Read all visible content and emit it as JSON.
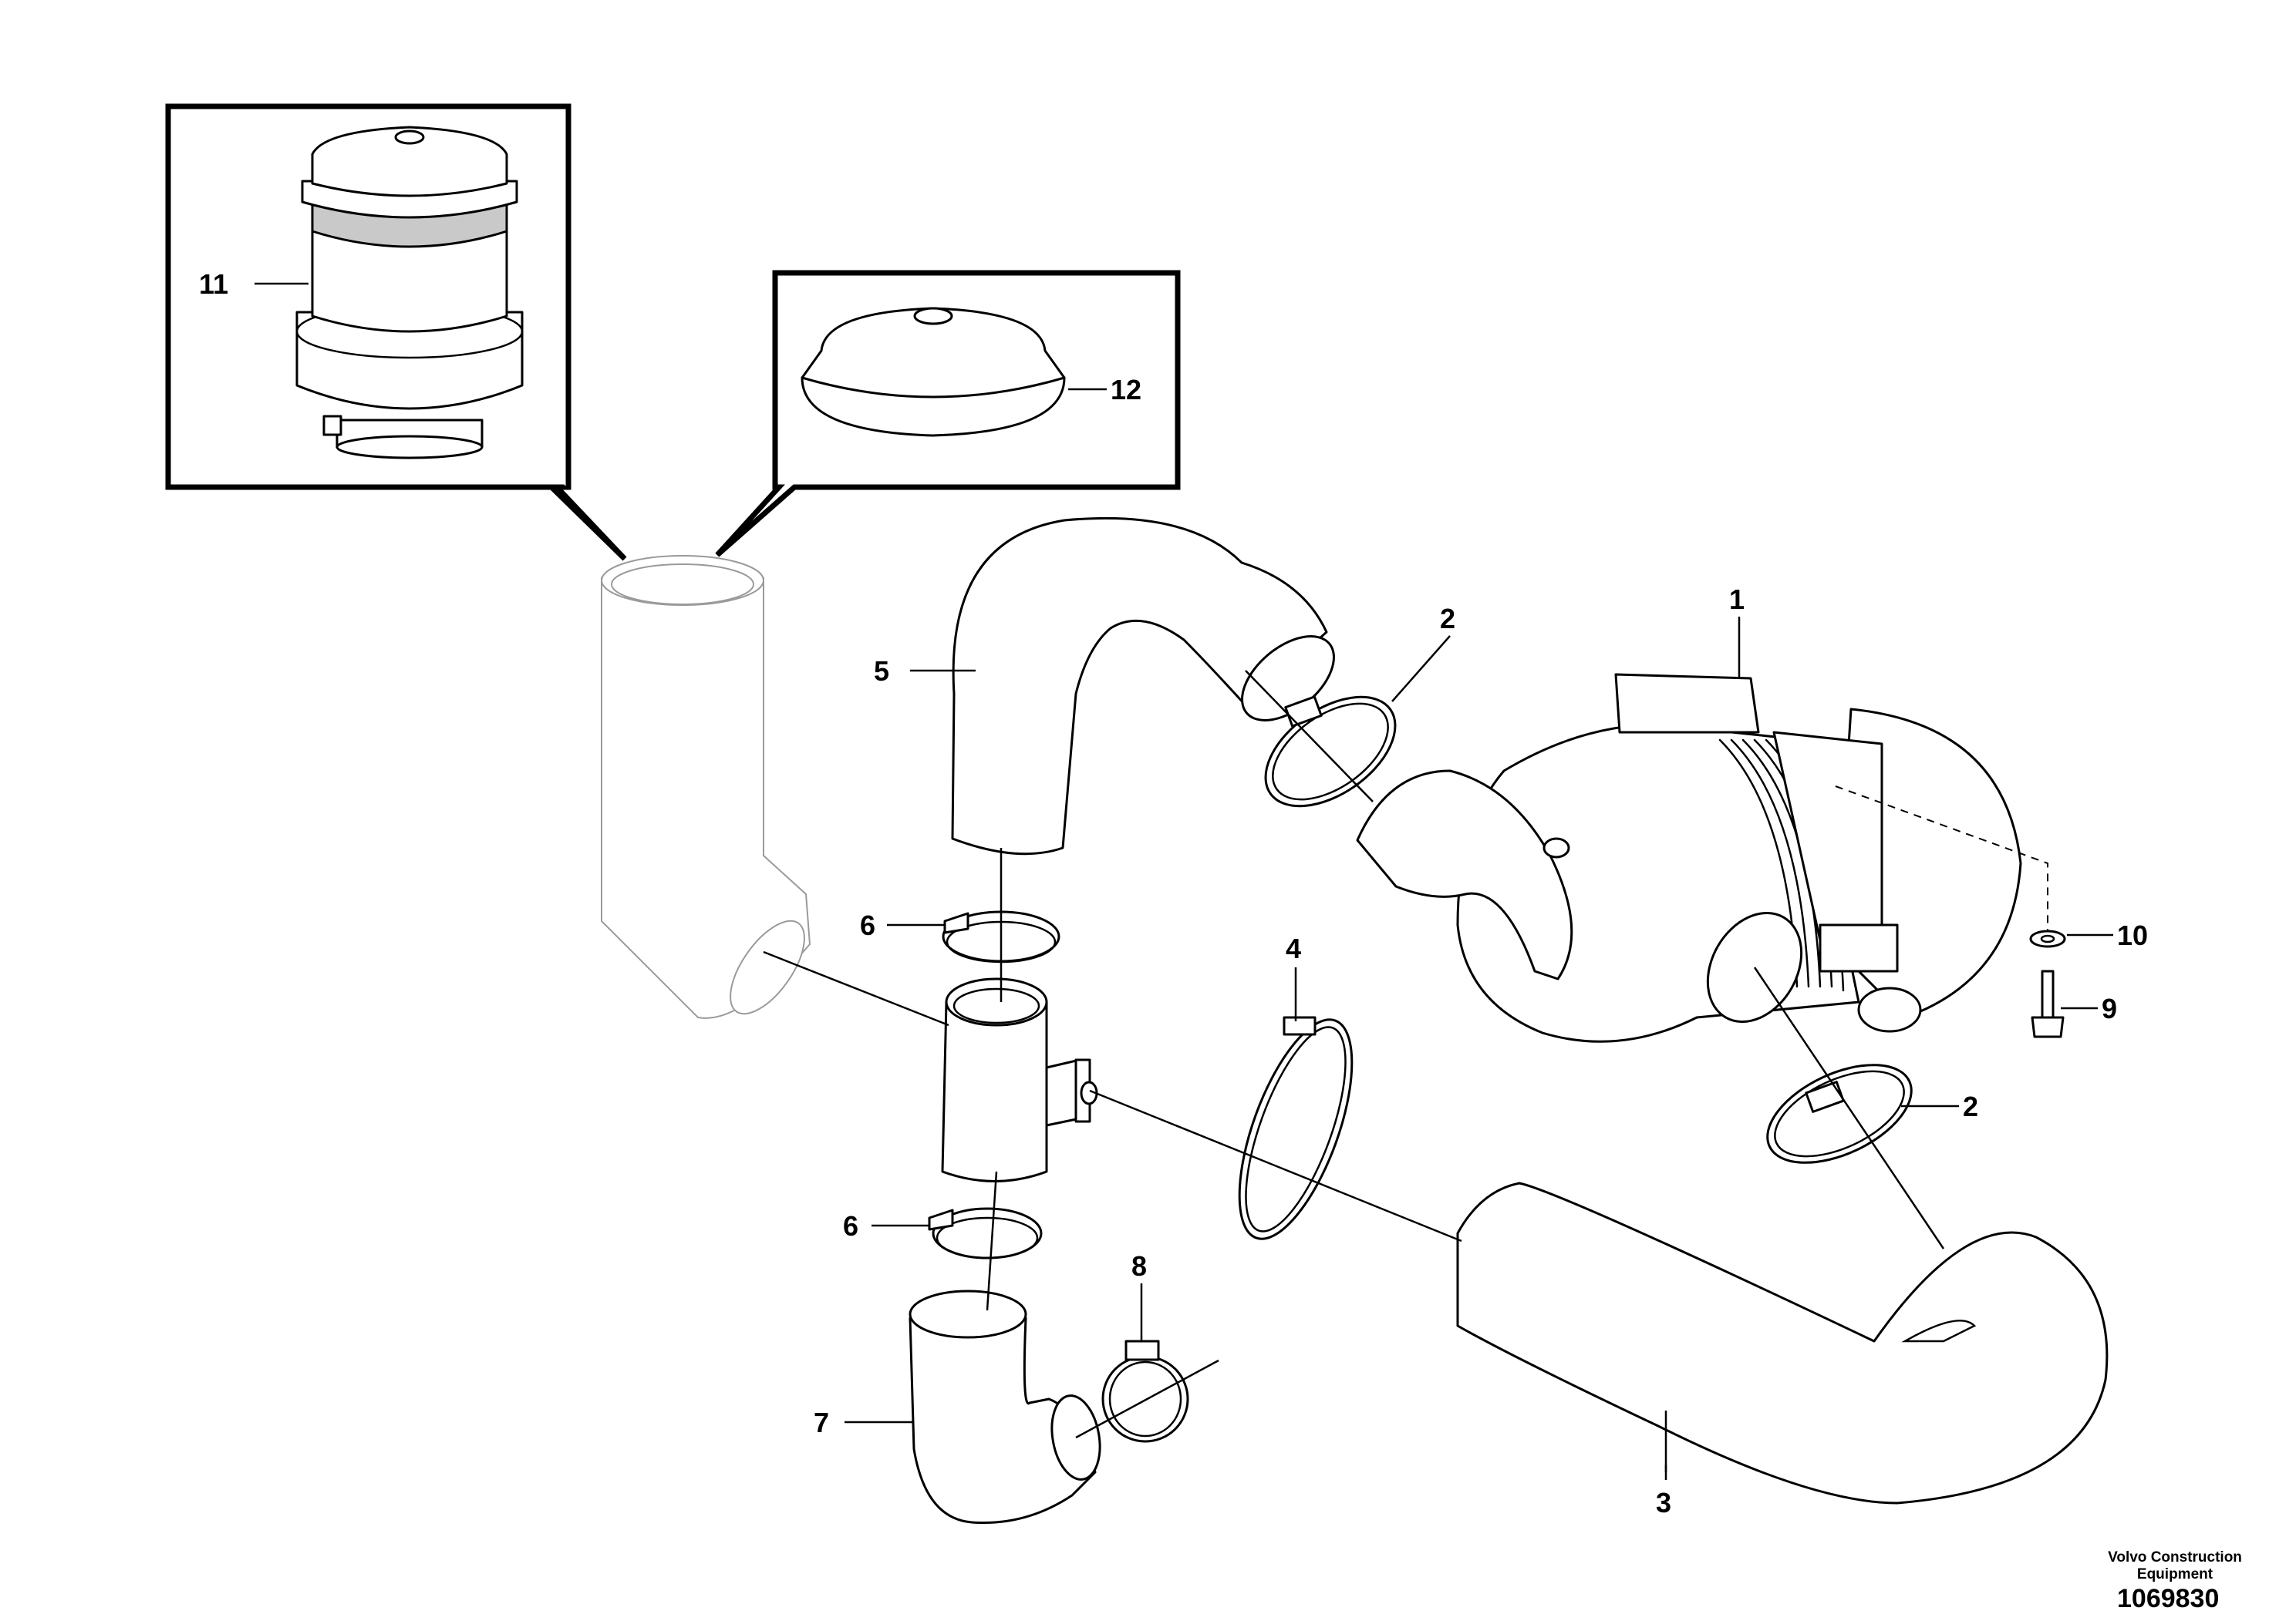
{
  "labels": {
    "p1": "1",
    "p2a": "2",
    "p2b": "2",
    "p3": "3",
    "p4": "4",
    "p5": "5",
    "p6a": "6",
    "p6b": "6",
    "p7": "7",
    "p8": "8",
    "p9": "9",
    "p10": "10",
    "p11": "11",
    "p12": "12"
  },
  "footer": {
    "brand_line1": "Volvo Construction",
    "brand_line2": "Equipment",
    "doc_number": "1069830"
  }
}
